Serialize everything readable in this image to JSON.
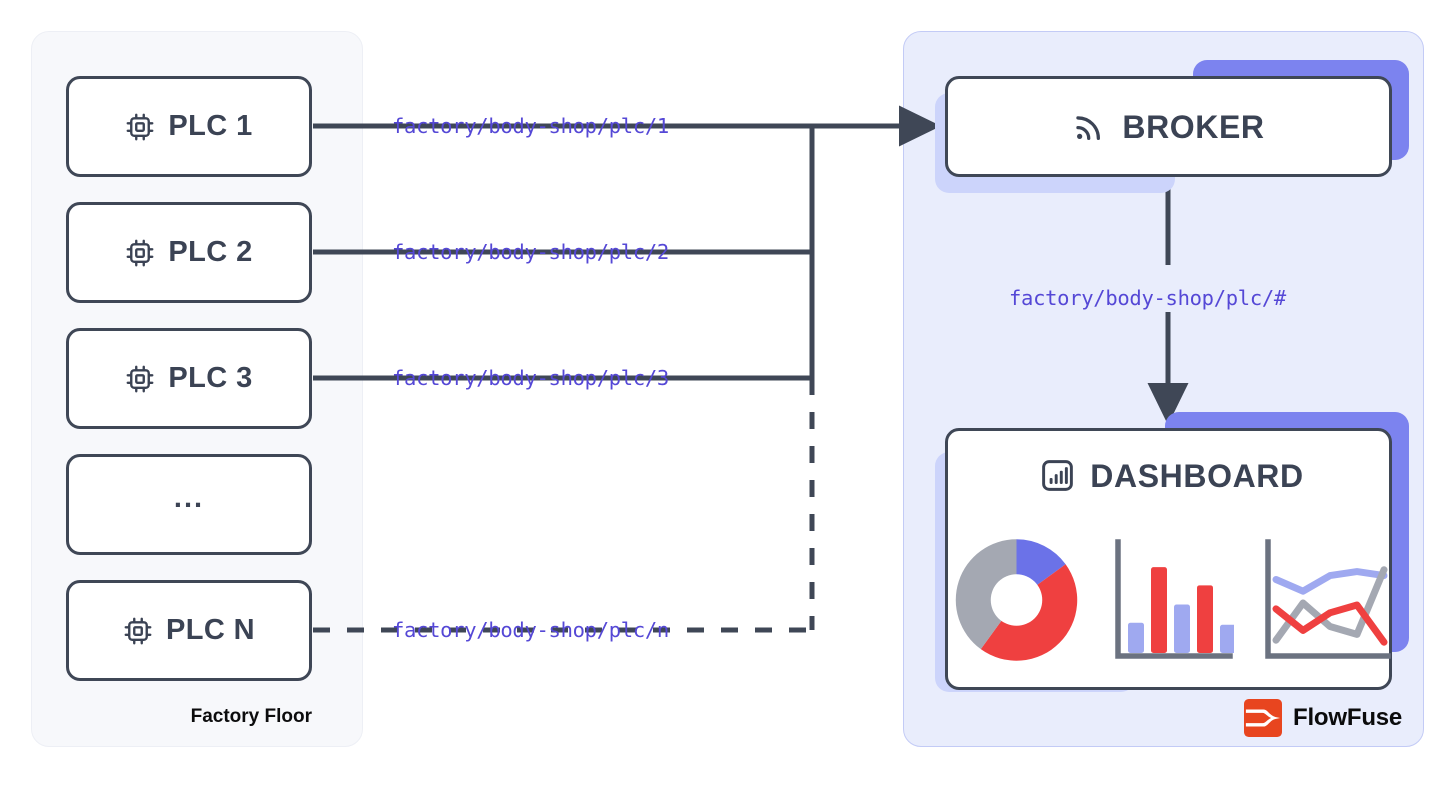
{
  "title": "MQTT factory floor to broker to dashboard architecture",
  "colors": {
    "ink": "#3f4756",
    "panel_left_bg": "#f7f8fb",
    "panel_left_border": "#edeff5",
    "panel_right_bg": "#e9edfc",
    "panel_right_border": "#c3cbf6",
    "topic_text": "#5548d6",
    "shadow_strong": "#7c83ef",
    "shadow_soft": "#ccd4fb",
    "chart_red": "#ef4040",
    "chart_blue": "#9fa9f0",
    "chart_indigo": "#6b72e8",
    "chart_gray": "#a4a8b2",
    "flowfuse_orange": "#e8451f"
  },
  "factory": {
    "panel_label": "Factory Floor",
    "devices": [
      {
        "label": "PLC 1",
        "icon": "cpu-icon",
        "has_icon": true,
        "topic": "factory/body-shop/plc/1",
        "link_style": "solid"
      },
      {
        "label": "PLC 2",
        "icon": "cpu-icon",
        "has_icon": true,
        "topic": "factory/body-shop/plc/2",
        "link_style": "solid"
      },
      {
        "label": "PLC 3",
        "icon": "cpu-icon",
        "has_icon": true,
        "topic": "factory/body-shop/plc/3",
        "link_style": "solid"
      },
      {
        "label": "...",
        "icon": "none",
        "has_icon": false,
        "topic": "",
        "link_style": "none"
      },
      {
        "label": "PLC N",
        "icon": "cpu-icon",
        "has_icon": true,
        "topic": "factory/body-shop/plc/n",
        "link_style": "dashed"
      }
    ]
  },
  "platform": {
    "broker": {
      "label": "BROKER",
      "icon": "broadcast-icon"
    },
    "subscribe_topic": "factory/body-shop/plc/#",
    "dashboard": {
      "label": "DASHBOARD",
      "icon": "bar-chart-icon"
    },
    "brand": {
      "name": "FlowFuse",
      "mark": "flowfuse-logo-icon"
    }
  },
  "chart_data": [
    {
      "type": "pie",
      "title": "",
      "variant": "donut",
      "labels": [
        "segment-blue",
        "segment-red",
        "segment-gray"
      ],
      "values": [
        15,
        45,
        40
      ],
      "colors": [
        "#6b72e8",
        "#ef4040",
        "#a4a8b2"
      ],
      "start_angle_deg": 0,
      "inner_radius_ratio": 0.42
    },
    {
      "type": "bar",
      "title": "",
      "categories": [
        "1",
        "2",
        "3",
        "4",
        "5"
      ],
      "values": [
        30,
        85,
        48,
        67,
        28
      ],
      "colors": [
        "#9fa9f0",
        "#ef4040",
        "#9fa9f0",
        "#ef4040",
        "#9fa9f0"
      ],
      "ylim": [
        0,
        100
      ],
      "grid": false,
      "xlabel": "",
      "ylabel": ""
    },
    {
      "type": "line",
      "title": "",
      "x": [
        0,
        1,
        2,
        3,
        4
      ],
      "series": [
        {
          "name": "blue-line",
          "color": "#9fa9f0",
          "values": [
            74,
            62,
            78,
            82,
            78
          ]
        },
        {
          "name": "gray-line",
          "color": "#a4a8b2",
          "values": [
            12,
            50,
            26,
            18,
            84
          ]
        },
        {
          "name": "red-line",
          "color": "#ef4040",
          "values": [
            44,
            22,
            40,
            48,
            10
          ]
        }
      ],
      "ylim": [
        0,
        100
      ],
      "grid": false,
      "xlabel": "",
      "ylabel": ""
    }
  ]
}
